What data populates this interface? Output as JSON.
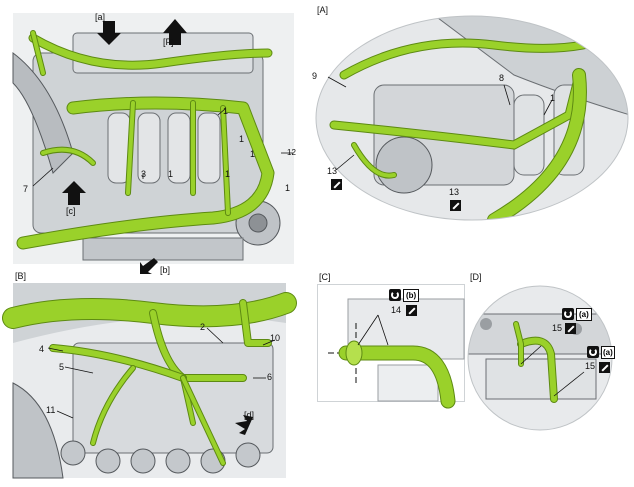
{
  "overview": {
    "label_a": "[a]",
    "label_f": "[F]",
    "label_b": "[b]",
    "label_c": "[c]",
    "callouts": [
      "1",
      "1",
      "1",
      "3",
      "1",
      "1",
      "12",
      "7",
      "1"
    ]
  },
  "detail_a": {
    "label": "[A]",
    "callouts": [
      "9",
      "8",
      "1",
      "13",
      "13"
    ]
  },
  "detail_b": {
    "label": "[B]",
    "label_d": "[d]",
    "callouts": [
      "2",
      "10",
      "4",
      "5",
      "6",
      "11"
    ]
  },
  "detail_c": {
    "label": "[C]",
    "spec": "(b)",
    "callouts": [
      "14"
    ]
  },
  "detail_d": {
    "label": "[D]",
    "spec_1": "(a)",
    "spec_2": "(a)",
    "callouts": [
      "15",
      "15"
    ]
  },
  "colors": {
    "harness": "#9ad12a",
    "harness_dark": "#5d8a12",
    "metal": "#c9ccd0",
    "ink": "#111111"
  }
}
